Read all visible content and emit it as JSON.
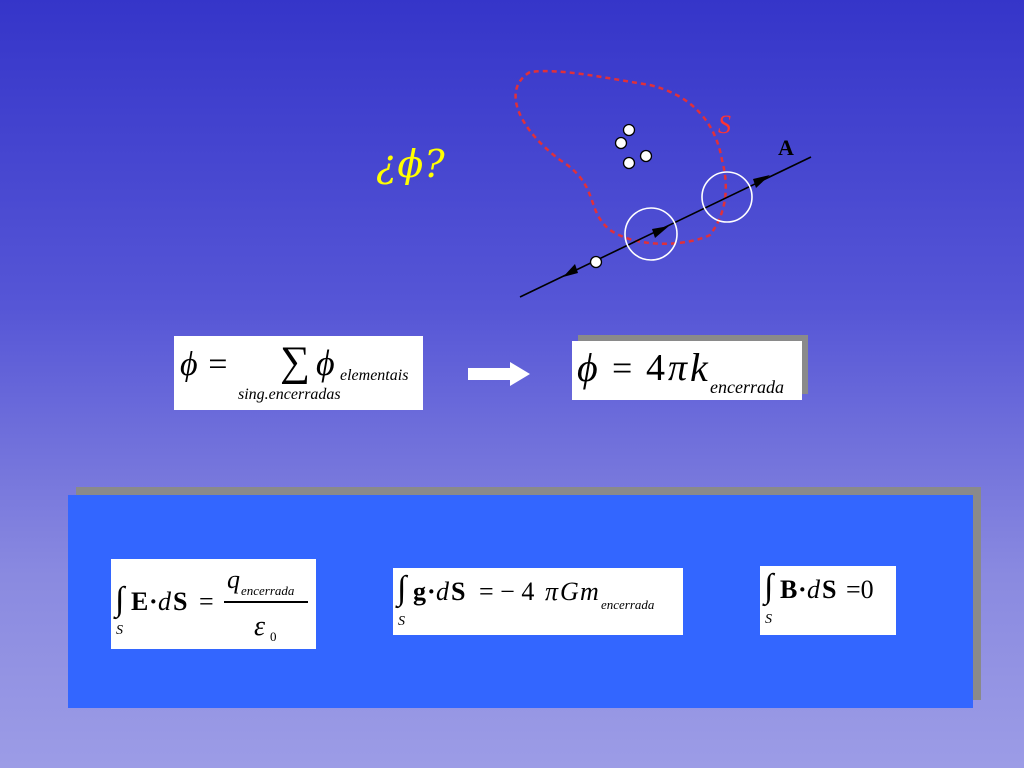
{
  "title": {
    "question": "¿ϕ?"
  },
  "diagram": {
    "surface_label": "S",
    "field_label": "A",
    "surface_color": "#e0303a",
    "circle_color": "#ffffff"
  },
  "eq_sum": {
    "lhs": "ϕ =",
    "sum_symbol": "∑",
    "phi": "ϕ",
    "sub_elem": "elementais",
    "sub_sing": "sing.encerradas"
  },
  "eq_result": {
    "lhs": "ϕ",
    "eq": "=",
    "coef": "4",
    "pi": "π",
    "k": "k",
    "sub": "encerrada"
  },
  "gauss_E": {
    "integral": "∫",
    "sub": "S",
    "vecE": "E",
    "dot": "·",
    "d": "d",
    "vecS": "S",
    "eq": "=",
    "q": "q",
    "q_sub": "encerrada",
    "eps": "ε",
    "eps_sub": "0"
  },
  "gauss_g": {
    "integral": "∫",
    "sub": "S",
    "vec": "g",
    "dot": "·",
    "d": "d",
    "vecS": "S",
    "rhs": "= − 4",
    "pi": "π",
    "G": "G",
    "m": "m",
    "m_sub": "encerrada"
  },
  "gauss_B": {
    "integral": "∫",
    "sub": "S",
    "vec": "B",
    "dot": "·",
    "d": "d",
    "vecS": "S",
    "rhs": "=0"
  },
  "colors": {
    "background_top": "#3535c9",
    "background_bottom": "#9c9ce6",
    "panel": "#3366ff",
    "question": "#ffff00"
  }
}
